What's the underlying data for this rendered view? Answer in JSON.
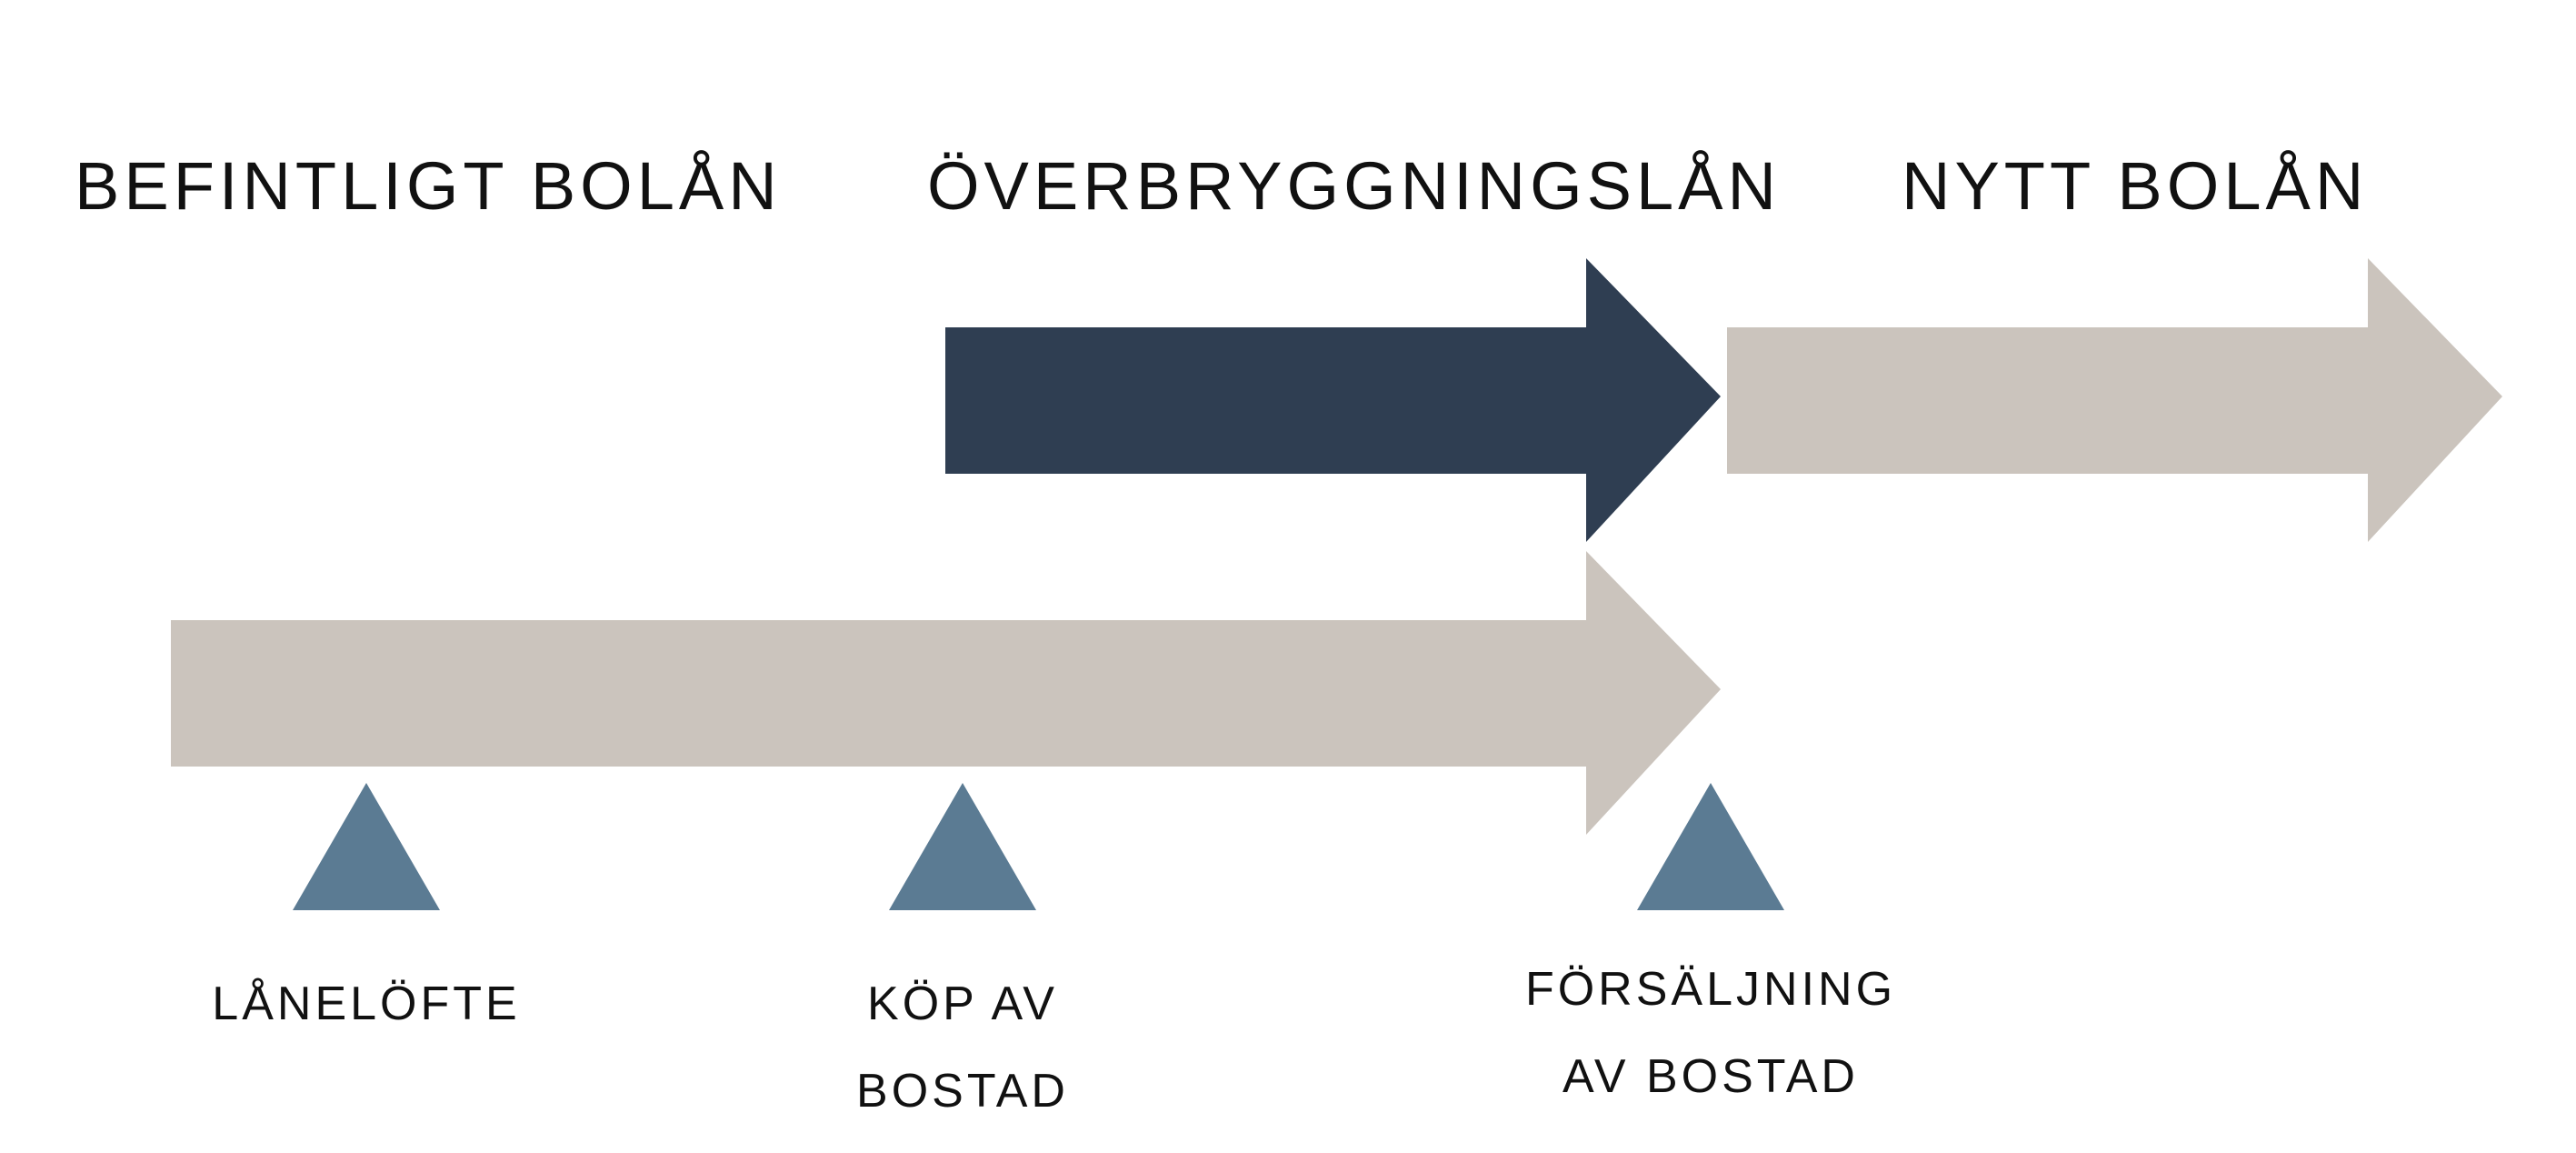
{
  "phases": {
    "existing": {
      "title": "BEFINTLIGT BOLÅN"
    },
    "bridge": {
      "title": "ÖVERBRYGGNINGSLÅN"
    },
    "new": {
      "title": "NYTT BOLÅN"
    }
  },
  "milestones": [
    {
      "lines": [
        "LÅNELÖFTE"
      ]
    },
    {
      "lines": [
        "KÖP AV",
        "BOSTAD"
      ]
    },
    {
      "lines": [
        "FÖRSÄLJNING",
        "AV BOSTAD"
      ]
    }
  ],
  "colors": {
    "bridge_arrow": "#2f3e52",
    "loan_arrow": "#cbc4bd",
    "marker": "#5b7b93",
    "text": "#111111"
  }
}
